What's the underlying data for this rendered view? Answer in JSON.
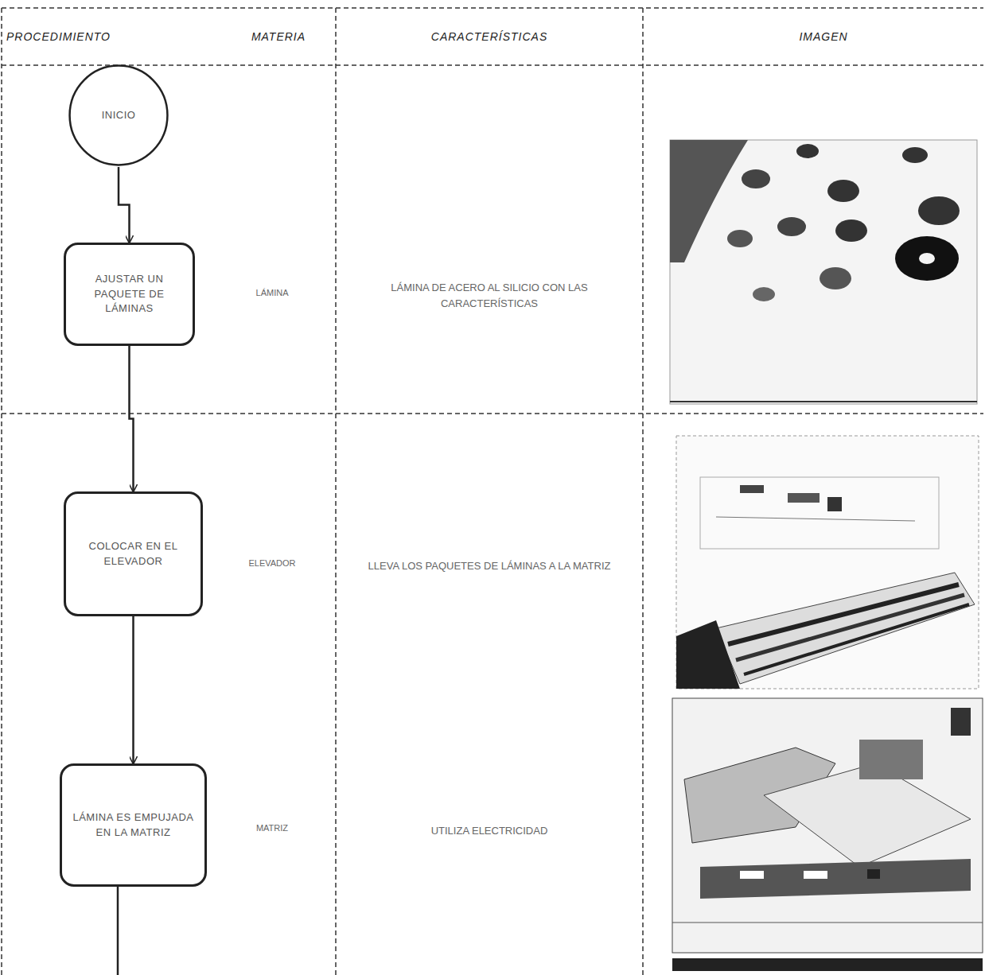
{
  "diagram": {
    "nodes": [
      {
        "text": [
          "INICIO"
        ]
      },
      {
        "text": [
          "AJUSTAR UN PAQUETE DE LÁMINAS"
        ]
      },
      {
        "text": [
          "COLOCAR EN EL ELEVADOR"
        ]
      },
      {
        "text": [
          "LÁMINA ES EMPUJADA EN LA MATRIZ"
        ]
      }
    ],
    "edges": [
      {
        "from": 0,
        "to": 1,
        "arrow": "to"
      },
      {
        "from": 1,
        "to": 2,
        "arrow": "to"
      },
      {
        "from": 2,
        "to": 3,
        "arrow": "to"
      }
    ],
    "labels": [
      "PROCEDIMIENTO",
      "MATERIA",
      "CARACTERÍSTICAS",
      "IMAGEN",
      "LÁMINA",
      "LÁMINA DE ACERO AL SILICIO CON LAS CARACTERÍSTICAS",
      "ELEVADOR",
      "LLEVA LOS PAQUETES DE LÁMINAS A LA MATRIZ",
      "MATRIZ",
      "UTILIZA ELECTRICIDAD"
    ]
  }
}
